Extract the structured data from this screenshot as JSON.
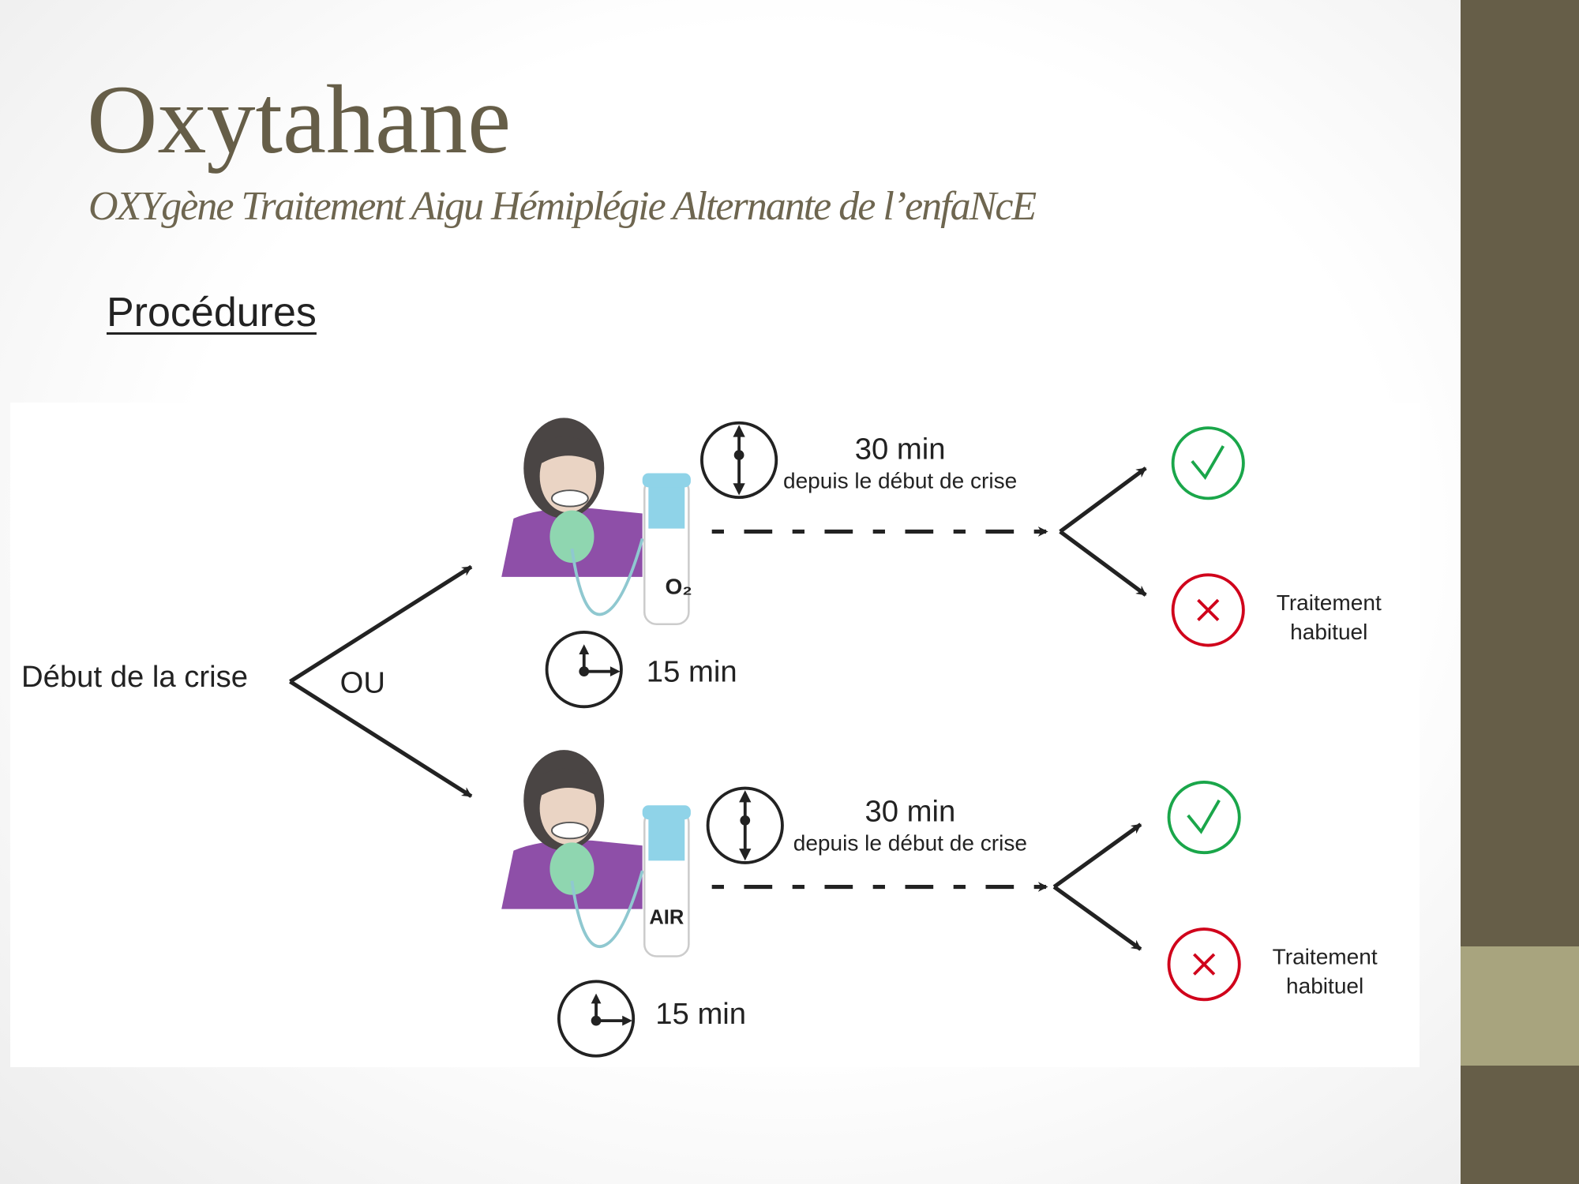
{
  "header": {
    "title": "Oxytahane",
    "subtitle": "OXYgène Traitement Aigu Hémiplégie Alternante de l’enfaNcE"
  },
  "section_title": "Procédures",
  "diagram": {
    "start_label": "Début de la crise",
    "or_label": "OU",
    "branches": [
      {
        "gas_label": "O₂",
        "duration_label": "15 min",
        "wait_label": "30 min",
        "wait_sublabel": "depuis le début de crise",
        "failure_label_line1": "Traitement",
        "failure_label_line2": "habituel"
      },
      {
        "gas_label": "AIR",
        "duration_label": "15 min",
        "wait_label": "30 min",
        "wait_sublabel": "depuis le début de crise",
        "failure_label_line1": "Traitement",
        "failure_label_line2": "habituel"
      }
    ]
  },
  "colors": {
    "brand": "#665e48",
    "accent": "#a8a47e",
    "success": "#1aa64a",
    "failure": "#d0021b"
  }
}
